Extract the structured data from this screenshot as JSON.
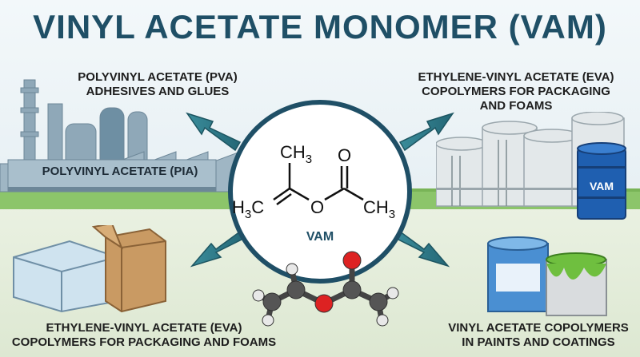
{
  "title": "VINYL ACETATE MONOMER (VAM)",
  "top_left": {
    "line1": "POLYVINYL ACETATE (PVA)",
    "line2": "ADHESIVES AND GLUES"
  },
  "top_right": {
    "line1": "ETHYLENE-VINYL ACETATE (EVA)",
    "line2": "COPOLYMERS FOR PACKAGING",
    "line3": "AND FOAMS"
  },
  "bottom_left": {
    "line1": "ETHYLENE-VINYL ACETATE (EVA)",
    "line2": "COPOLYMERS FOR PACKAGING AND FOAMS"
  },
  "bottom_right": {
    "line1": "VINYL ACETATE COPOLYMERS",
    "line2": "IN PAINTS AND COATINGS"
  },
  "factory_label": "POLYVINYL ACETATE (PIA)",
  "center_label": "VAM",
  "drum_label": "VAM",
  "structure": {
    "ch3_top": "CH",
    "ch3_top_sub": "3",
    "h3c_left": "H",
    "h3c_left_sub": "3",
    "h3c_left_c": "C",
    "oxygen_ring": "O",
    "oxygen_double": "O",
    "ch3_right": "CH",
    "ch3_right_sub": "3"
  },
  "colors": {
    "title": "#1f4f66",
    "arrow": "#2f7b8a",
    "circle_border": "#1f4f66",
    "grass": "#8cc56a"
  }
}
